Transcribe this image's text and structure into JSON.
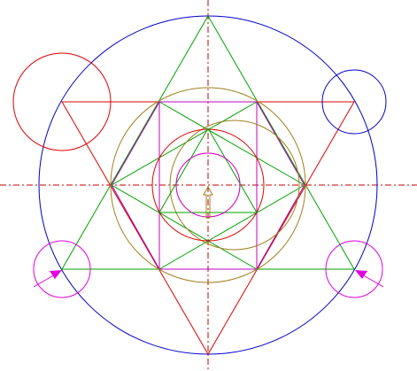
{
  "drawing": {
    "colors": {
      "centerline": "#c00000",
      "outer_circle": "#0000c8",
      "big_triangle": "#00a000",
      "red_triangle": "#e00000",
      "square": "#c000c0",
      "inner_diamond": "#c000c0",
      "olive_circles": "#a08020",
      "red_inner_circle": "#e00000",
      "small_green_triangle": "#00a000",
      "corner_circle_red": "#e00000",
      "corner_circle_blue": "#0000c8",
      "corner_circle_magenta": "#e000e0",
      "pointer_arrow": "#e000e0",
      "center_arrow": "#a08020"
    },
    "icons": [
      "pointer-arrow-left",
      "pointer-arrow-right",
      "center-hollow-arrow"
    ]
  }
}
